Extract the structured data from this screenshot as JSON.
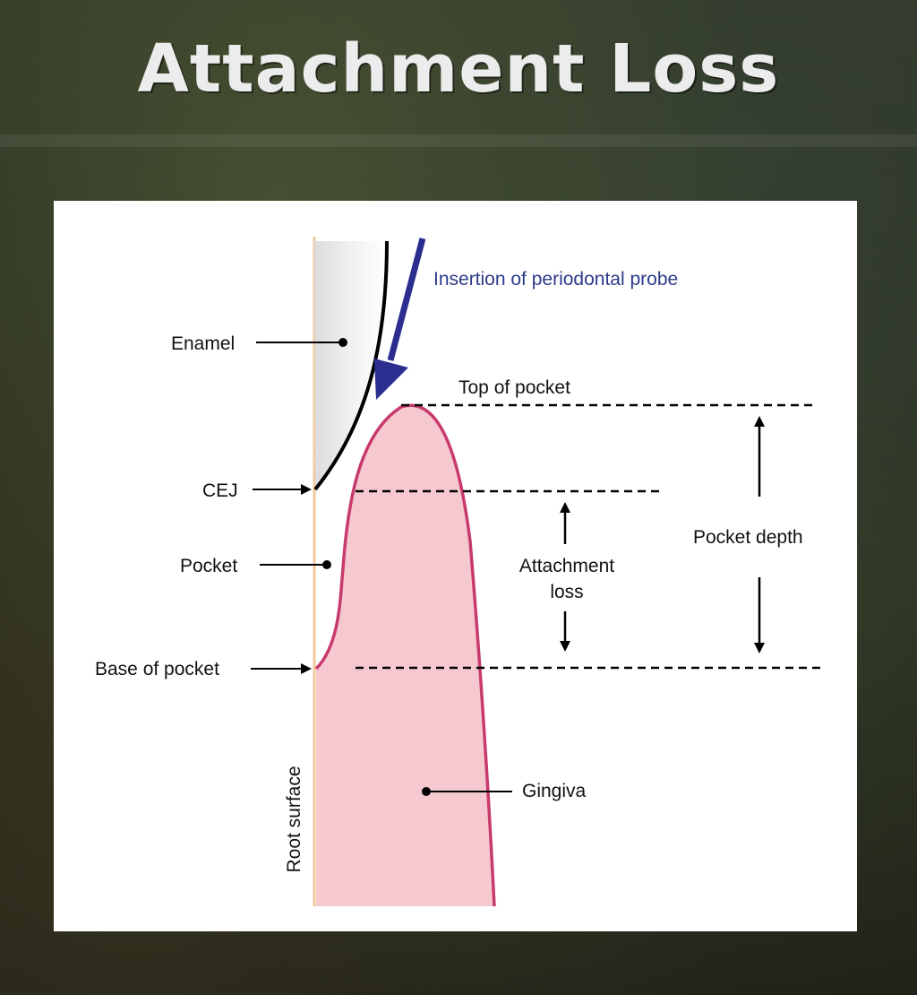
{
  "title": "Attachment Loss",
  "diagram": {
    "labels": {
      "probe": "Insertion of periodontal probe",
      "enamel": "Enamel",
      "cej": "CEJ",
      "pocket": "Pocket",
      "base_of_pocket": "Base of pocket",
      "top_of_pocket": "Top of pocket",
      "attachment_loss_line1": "Attachment",
      "attachment_loss_line2": "loss",
      "pocket_depth": "Pocket depth",
      "gingiva": "Gingiva",
      "root_surface": "Root surface"
    },
    "colors": {
      "gingiva_fill": "#f5c9cf",
      "gingiva_outline": "#c83a6e",
      "root_line": "#f2c79a",
      "probe_arrow": "#2b2e8f",
      "enamel_outline": "#000000"
    }
  }
}
